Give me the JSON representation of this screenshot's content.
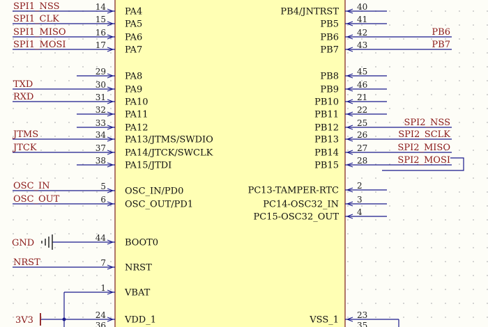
{
  "colors": {
    "wire": "#1a1a8c",
    "net_label": "#8b1a1a",
    "body_fill": "#ffffb4",
    "body_stroke": "#7a1a1a",
    "pin_number": "#222222",
    "pin_name": "#111111"
  },
  "chip": {
    "left_pins": [
      {
        "number": "14",
        "name": "PA4",
        "net": "SPI1_NSS"
      },
      {
        "number": "15",
        "name": "PA5",
        "net": "SPI1_CLK"
      },
      {
        "number": "16",
        "name": "PA6",
        "net": "SPI1_MISO"
      },
      {
        "number": "17",
        "name": "PA7",
        "net": "SPI1_MOSI"
      },
      {
        "number": "29",
        "name": "PA8",
        "net": ""
      },
      {
        "number": "30",
        "name": "PA9",
        "net": "TXD"
      },
      {
        "number": "31",
        "name": "PA10",
        "net": "RXD"
      },
      {
        "number": "32",
        "name": "PA11",
        "net": ""
      },
      {
        "number": "33",
        "name": "PA12",
        "net": ""
      },
      {
        "number": "34",
        "name": "PA13/JTMS/SWDIO",
        "net": "JTMS"
      },
      {
        "number": "37",
        "name": "PA14/JTCK/SWCLK",
        "net": "JTCK"
      },
      {
        "number": "38",
        "name": "PA15/JTDI",
        "net": ""
      },
      {
        "number": "5",
        "name": "OSC_IN/PD0",
        "net": "OSC_IN"
      },
      {
        "number": "6",
        "name": "OSC_OUT/PD1",
        "net": "OSC_OUT"
      },
      {
        "number": "44",
        "name": "BOOT0",
        "net": "GND"
      },
      {
        "number": "7",
        "name": "NRST",
        "net": "NRST"
      },
      {
        "number": "1",
        "name": "VBAT",
        "net": ""
      },
      {
        "number": "24",
        "name": "VDD_1",
        "net": "3V3"
      },
      {
        "number": "36",
        "name": "",
        "net": ""
      }
    ],
    "right_pins": [
      {
        "number": "40",
        "name": "PB4/JNTRST",
        "net": ""
      },
      {
        "number": "41",
        "name": "PB5",
        "net": ""
      },
      {
        "number": "42",
        "name": "PB6",
        "net": "PB6"
      },
      {
        "number": "43",
        "name": "PB7",
        "net": "PB7"
      },
      {
        "number": "45",
        "name": "PB8",
        "net": ""
      },
      {
        "number": "46",
        "name": "PB9",
        "net": ""
      },
      {
        "number": "21",
        "name": "PB10",
        "net": ""
      },
      {
        "number": "22",
        "name": "PB11",
        "net": ""
      },
      {
        "number": "25",
        "name": "PB12",
        "net": "SPI2_NSS"
      },
      {
        "number": "26",
        "name": "PB13",
        "net": "SPI2_SCLK"
      },
      {
        "number": "27",
        "name": "PB14",
        "net": "SPI2_MISO"
      },
      {
        "number": "28",
        "name": "PB15",
        "net": "SPI2_MOSI"
      },
      {
        "number": "2",
        "name": "PC13-TAMPER-RTC",
        "net": ""
      },
      {
        "number": "3",
        "name": "PC14-OSC32_IN",
        "net": ""
      },
      {
        "number": "4",
        "name": "PC15-OSC32_OUT",
        "net": ""
      },
      {
        "number": "23",
        "name": "VSS_1",
        "net": ""
      },
      {
        "number": "35",
        "name": "",
        "net": ""
      }
    ]
  }
}
